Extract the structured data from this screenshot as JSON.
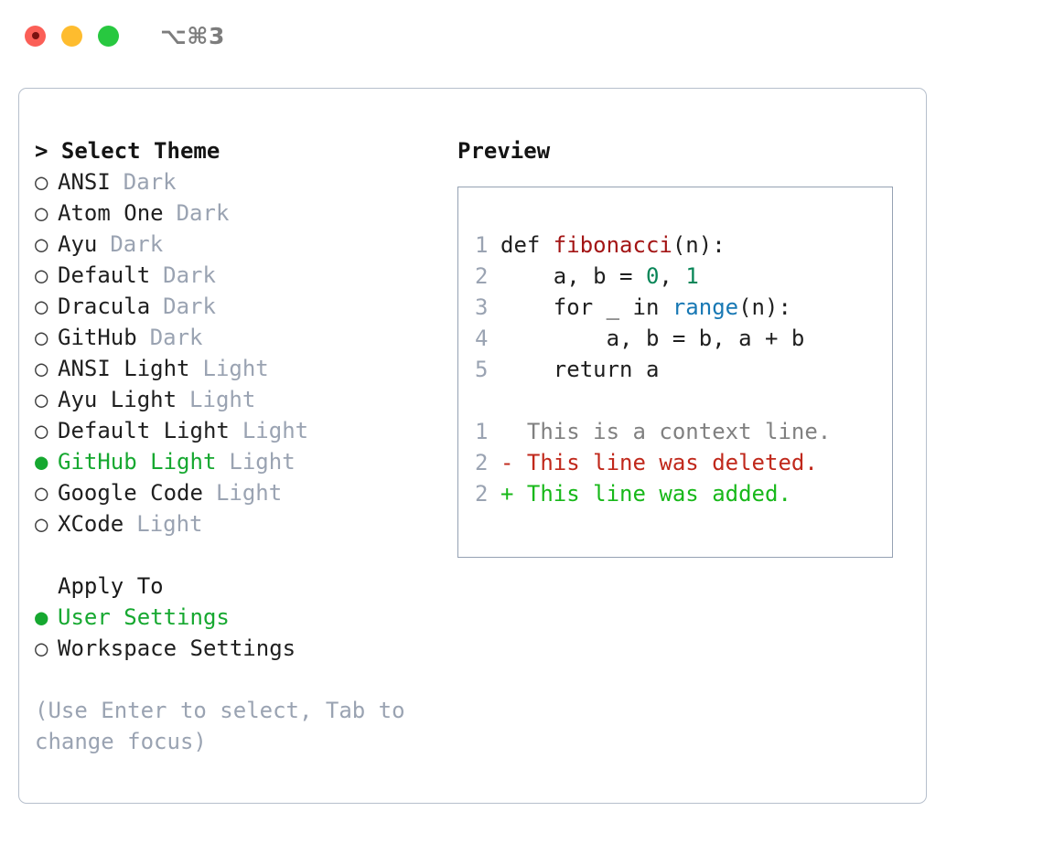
{
  "titlebar": {
    "shortcut": "⌥⌘3",
    "lights": [
      "close",
      "minimize",
      "maximize"
    ]
  },
  "theme_picker": {
    "header": "> Select Theme",
    "bullet_selected": "●",
    "bullet_unselected": "○",
    "items": [
      {
        "label": "ANSI",
        "badge": "Dark",
        "selected": false
      },
      {
        "label": "Atom One",
        "badge": "Dark",
        "selected": false
      },
      {
        "label": "Ayu",
        "badge": "Dark",
        "selected": false
      },
      {
        "label": "Default",
        "badge": "Dark",
        "selected": false
      },
      {
        "label": "Dracula",
        "badge": "Dark",
        "selected": false
      },
      {
        "label": "GitHub",
        "badge": "Dark",
        "selected": false
      },
      {
        "label": "ANSI Light",
        "badge": "Light",
        "selected": false
      },
      {
        "label": "Ayu Light",
        "badge": "Light",
        "selected": false
      },
      {
        "label": "Default Light",
        "badge": "Light",
        "selected": false
      },
      {
        "label": "GitHub Light",
        "badge": "Light",
        "selected": true
      },
      {
        "label": "Google Code",
        "badge": "Light",
        "selected": false
      },
      {
        "label": "XCode",
        "badge": "Light",
        "selected": false
      }
    ]
  },
  "apply_to": {
    "header": "Apply To",
    "items": [
      {
        "label": "User Settings",
        "selected": true
      },
      {
        "label": "Workspace Settings",
        "selected": false
      }
    ]
  },
  "hint": "(Use Enter to select, Tab to change focus)",
  "preview": {
    "title": "Preview",
    "code": [
      {
        "number": "1",
        "segments": [
          {
            "text": "def ",
            "type": "plain"
          },
          {
            "text": "fibonacci",
            "type": "function"
          },
          {
            "text": "(n):",
            "type": "plain"
          }
        ]
      },
      {
        "number": "2",
        "segments": [
          {
            "text": "    a, b = ",
            "type": "plain"
          },
          {
            "text": "0",
            "type": "number"
          },
          {
            "text": ", ",
            "type": "plain"
          },
          {
            "text": "1",
            "type": "number"
          }
        ]
      },
      {
        "number": "3",
        "segments": [
          {
            "text": "    for _ in ",
            "type": "plain"
          },
          {
            "text": "range",
            "type": "call"
          },
          {
            "text": "(n):",
            "type": "plain"
          }
        ]
      },
      {
        "number": "4",
        "segments": [
          {
            "text": "        a, b = b, a + b",
            "type": "plain"
          }
        ]
      },
      {
        "number": "5",
        "segments": [
          {
            "text": "    return a",
            "type": "plain"
          }
        ]
      }
    ],
    "diff": [
      {
        "number": "1",
        "marker": " ",
        "text": " This is a context line.",
        "kind": "context"
      },
      {
        "number": "2",
        "marker": "-",
        "text": " This line was deleted.",
        "kind": "deleted"
      },
      {
        "number": "2",
        "marker": "+",
        "text": " This line was added.",
        "kind": "added"
      }
    ]
  },
  "colors": {
    "accent_green": "#16a830",
    "muted": "#9aa3b2",
    "border": "#b6bfcc",
    "code_border": "#95a1b3",
    "function": "#a31515",
    "number": "#098658",
    "call": "#1878b4",
    "diff_deleted": "#c0281b",
    "diff_added": "#18b81a",
    "diff_context": "#808080",
    "light_red": "#fb5f57",
    "light_yellow": "#febc2e",
    "light_green": "#28c840"
  }
}
